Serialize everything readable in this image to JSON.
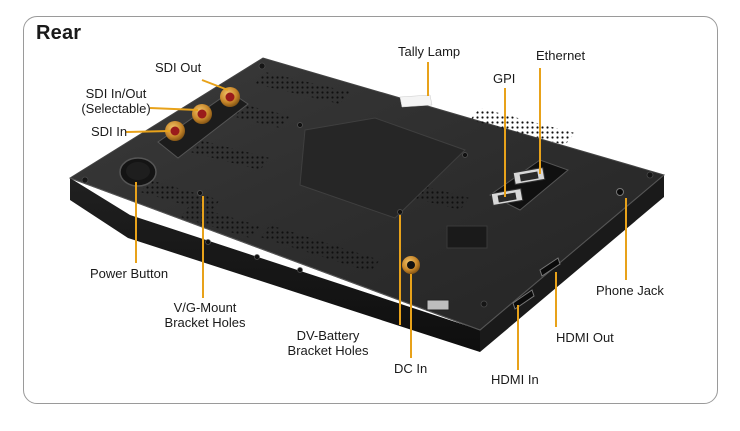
{
  "section_title": "Rear",
  "callouts": {
    "sdi_out": "SDI Out",
    "sdi_in_out_line1": "SDI In/Out",
    "sdi_in_out_line2": "(Selectable)",
    "sdi_in": "SDI In",
    "tally_lamp": "Tally Lamp",
    "gpi": "GPI",
    "ethernet": "Ethernet",
    "power_button": "Power Button",
    "vg_mount_line1": "V/G-Mount",
    "vg_mount_line2": "Bracket Holes",
    "dv_battery_line1": "DV-Battery",
    "dv_battery_line2": "Bracket Holes",
    "dc_in": "DC In",
    "hdmi_in": "HDMI In",
    "hdmi_out": "HDMI Out",
    "phone_jack": "Phone Jack"
  },
  "colors": {
    "callout_line": "#e8a21a",
    "device_body": "#2b2b2b",
    "device_side": "#161616",
    "connector_gold": "#c8872a",
    "connector_red": "#9a1b1b",
    "frame_border": "#9a9a9a"
  }
}
